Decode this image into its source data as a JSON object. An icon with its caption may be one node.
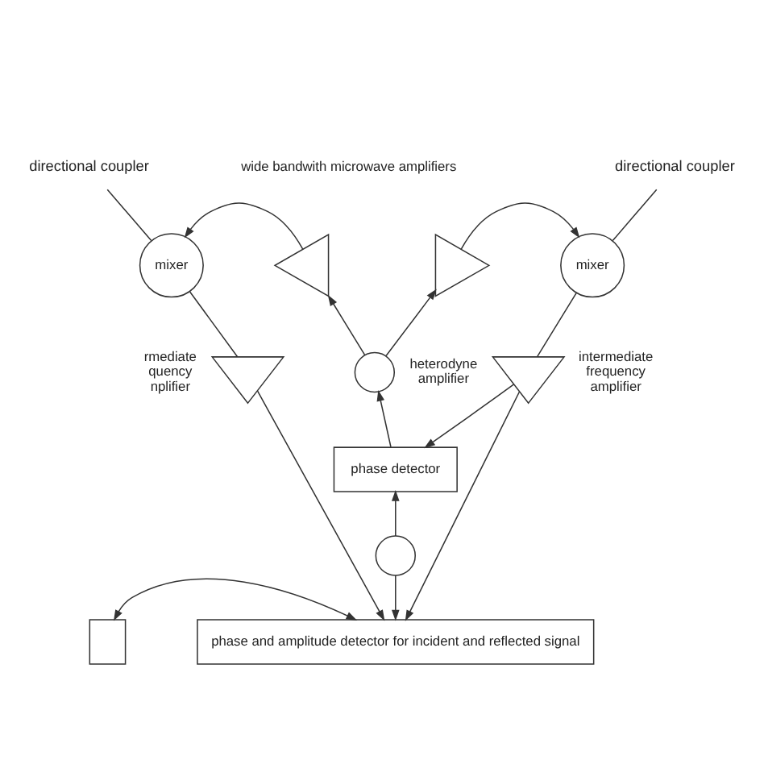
{
  "diagram": {
    "nodes": [
      {
        "text": [
          "directional coupler"
        ]
      },
      {
        "text": [
          "directional coupler"
        ]
      },
      {
        "text": [
          "mixer"
        ]
      },
      {
        "text": [],
        "shape": "triangle"
      },
      {
        "text": [],
        "shape": "triangle"
      },
      {
        "text": [
          "mixer"
        ]
      },
      {
        "text": [],
        "shape": "triangle",
        "beside": [
          "rmediate quency nplifier"
        ]
      },
      {
        "text": [],
        "shape": "circle",
        "beside": [
          "heterodyne amplifier"
        ]
      },
      {
        "text": [],
        "shape": "triangle",
        "beside": [
          "intermediate frequency amplifier"
        ]
      },
      {
        "text": [
          "phase detector"
        ]
      },
      {
        "text": [],
        "shape": "circle"
      },
      {
        "text": [],
        "shape": "box"
      },
      {
        "text": [
          "phase and amplitude detector for incident and reflected signal"
        ]
      }
    ],
    "edges": [
      {
        "from": 0,
        "to": 2,
        "arrow": "none"
      },
      {
        "from": 1,
        "to": 5,
        "arrow": "none"
      },
      {
        "from": 3,
        "to": 2,
        "arrow": "to"
      },
      {
        "from": 4,
        "to": 5,
        "arrow": "to"
      },
      {
        "from": 7,
        "to": 3,
        "arrow": "to"
      },
      {
        "from": 7,
        "to": 4,
        "arrow": "to"
      },
      {
        "from": 2,
        "to": 6,
        "arrow": "none"
      },
      {
        "from": 5,
        "to": 8,
        "arrow": "none"
      },
      {
        "from": 9,
        "to": 7,
        "arrow": "to"
      },
      {
        "from": 8,
        "to": 9,
        "arrow": "to"
      },
      {
        "from": 10,
        "to": 9,
        "arrow": "to"
      },
      {
        "from": 6,
        "to": 12,
        "arrow": "to"
      },
      {
        "from": 10,
        "to": 12,
        "arrow": "to"
      },
      {
        "from": 8,
        "to": 12,
        "arrow": "to"
      },
      {
        "from": 11,
        "to": 12,
        "arrow": "both"
      }
    ],
    "labels": [
      "wide bandwith microwave amplifiers"
    ]
  }
}
